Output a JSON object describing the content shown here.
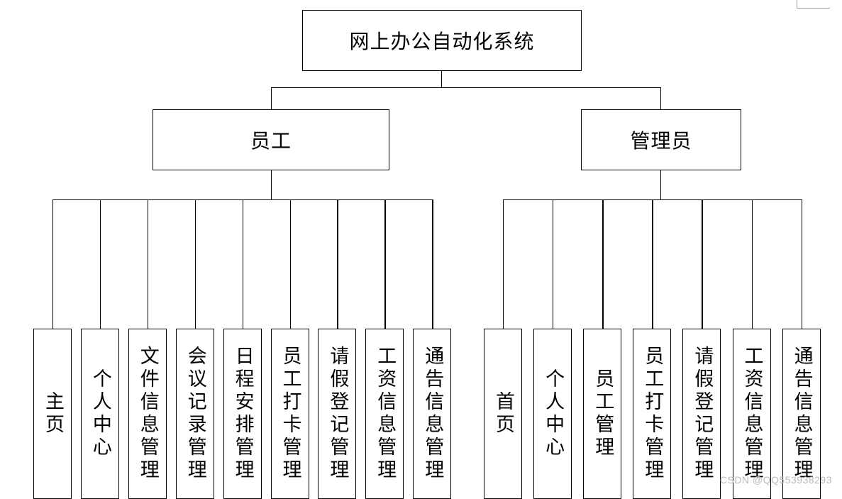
{
  "root": {
    "label": "网上办公自动化系统"
  },
  "branches": [
    {
      "label": "员工",
      "children": [
        "主页",
        "个人中心",
        "文件信息管理",
        "会议记录管理",
        "日程安排管理",
        "员工打卡管理",
        "请假登记管理",
        "工资信息管理",
        "通告信息管理"
      ]
    },
    {
      "label": "管理员",
      "children": [
        "首页",
        "个人中心",
        "员工管理",
        "员工打卡管理",
        "请假登记管理",
        "工资信息管理",
        "通告信息管理"
      ]
    }
  ],
  "watermark": "CSDN @QQ553938293"
}
